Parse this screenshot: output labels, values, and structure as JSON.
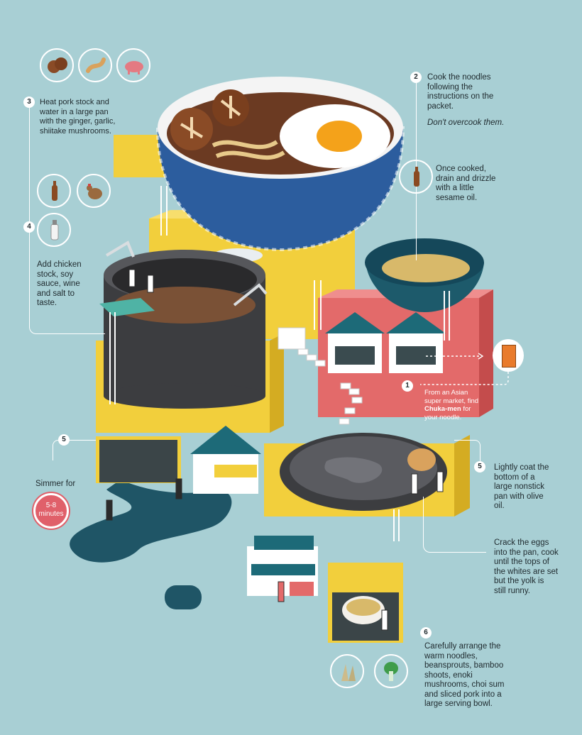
{
  "steps": {
    "s1": {
      "num": "1",
      "line1": "From an Asian",
      "line2": "super market, find",
      "highlight": "Chuka-men",
      "line3_rest": " for",
      "line4": "your noodle."
    },
    "s2": {
      "num": "2",
      "lines": [
        "Cook the noodles",
        "following the",
        "instructions on the",
        "packet."
      ],
      "note": "Don't overcook them.",
      "after": [
        "Once cooked,",
        "drain and drizzle",
        "with a little",
        "sesame oil."
      ]
    },
    "s3": {
      "num": "3",
      "lines": [
        "Heat pork stock and",
        "water in a large pan",
        "with the ginger, garlic,",
        "shiitake mushrooms."
      ]
    },
    "s4": {
      "num": "4",
      "lines": [
        "Add chicken",
        "stock, soy",
        "sauce, wine",
        "and salt to",
        "taste."
      ]
    },
    "s5a": {
      "num": "5",
      "label": "Simmer for",
      "timer": [
        "5-8",
        "minutes"
      ]
    },
    "s5b": {
      "num": "5",
      "lines": [
        "Lightly coat the",
        "bottom of a",
        "large nonstick",
        "pan with olive",
        "oil."
      ],
      "after": [
        "Crack the eggs",
        "into the pan, cook",
        "until the tops of",
        "the whites are set",
        "but the yolk is",
        "still runny."
      ]
    },
    "s6": {
      "num": "6",
      "lines": [
        "Carefully arrange the",
        "warm noodles,",
        "beansprouts, bamboo",
        "shoots, enoki",
        "mushrooms, choi sum",
        "and sliced pork into a",
        "large serving bowl."
      ]
    }
  },
  "icons": [
    "shiitake-icon",
    "ginger-icon",
    "pig-icon",
    "soy-sauce-bottle-icon",
    "rooster-icon",
    "salt-bottle-icon",
    "sesame-oil-bottle-icon",
    "bamboo-shoots-icon",
    "choi-sum-icon"
  ],
  "colors": {
    "background": "#a8cfd4",
    "block_yellow": "#f2cf3c",
    "shop_red": "#e36a6a",
    "pot_dark": "#3c3d40",
    "river": "#1f5566",
    "timer_red": "#e0606a",
    "bowl_blue": "#2c5d9e",
    "noodle_bowl_teal": "#1d5a6b"
  }
}
